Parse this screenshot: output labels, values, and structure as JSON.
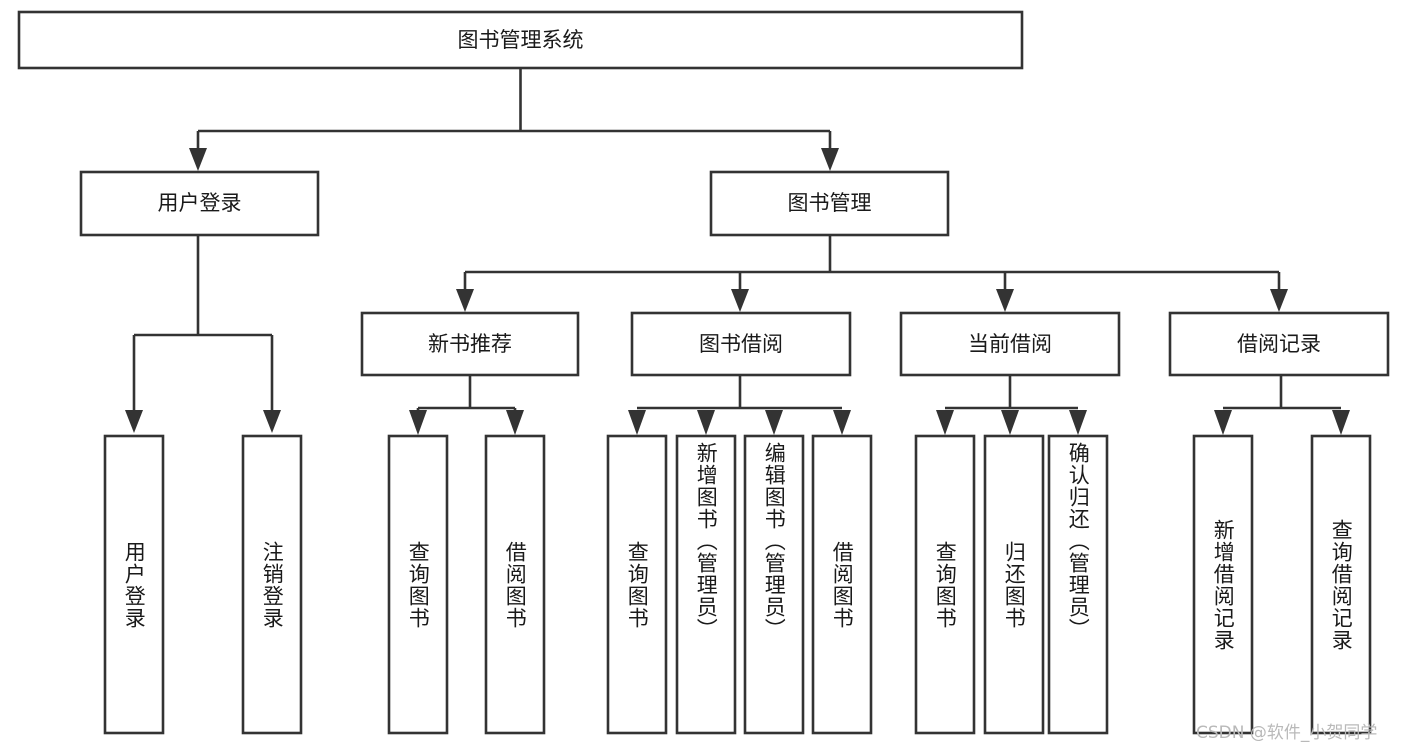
{
  "diagram": {
    "type": "tree-hierarchy-chart",
    "title": "图书管理系统",
    "orientation": "top-down",
    "colors": {
      "box_stroke": "#333333",
      "box_fill": "#ffffff",
      "text": "#1a1a1a",
      "connector": "#333333",
      "watermark": "#b9b9b9",
      "background": "#ffffff"
    },
    "root": {
      "label": "图书管理系统"
    },
    "level1": [
      {
        "label": "用户登录"
      },
      {
        "label": "图书管理"
      }
    ],
    "level2": [
      {
        "label": "新书推荐"
      },
      {
        "label": "图书借阅"
      },
      {
        "label": "当前借阅"
      },
      {
        "label": "借阅记录"
      }
    ],
    "leaves": {
      "user_login": [
        {
          "label": "用户登录"
        },
        {
          "label": "注销登录"
        }
      ],
      "new_book_recommend": [
        {
          "label": "查询图书"
        },
        {
          "label": "借阅图书"
        }
      ],
      "book_borrow": [
        {
          "label": "查询图书"
        },
        {
          "label": "新增图书（管理员）"
        },
        {
          "label": "编辑图书（管理员）"
        },
        {
          "label": "借阅图书"
        }
      ],
      "current_borrow": [
        {
          "label": "查询图书"
        },
        {
          "label": "归还图书"
        },
        {
          "label": "确认归还（管理员）"
        }
      ],
      "borrow_record": [
        {
          "label": "新增借阅记录"
        },
        {
          "label": "查询借阅记录"
        }
      ]
    }
  },
  "watermark": {
    "text": "CSDN @软件_小贺同学"
  }
}
